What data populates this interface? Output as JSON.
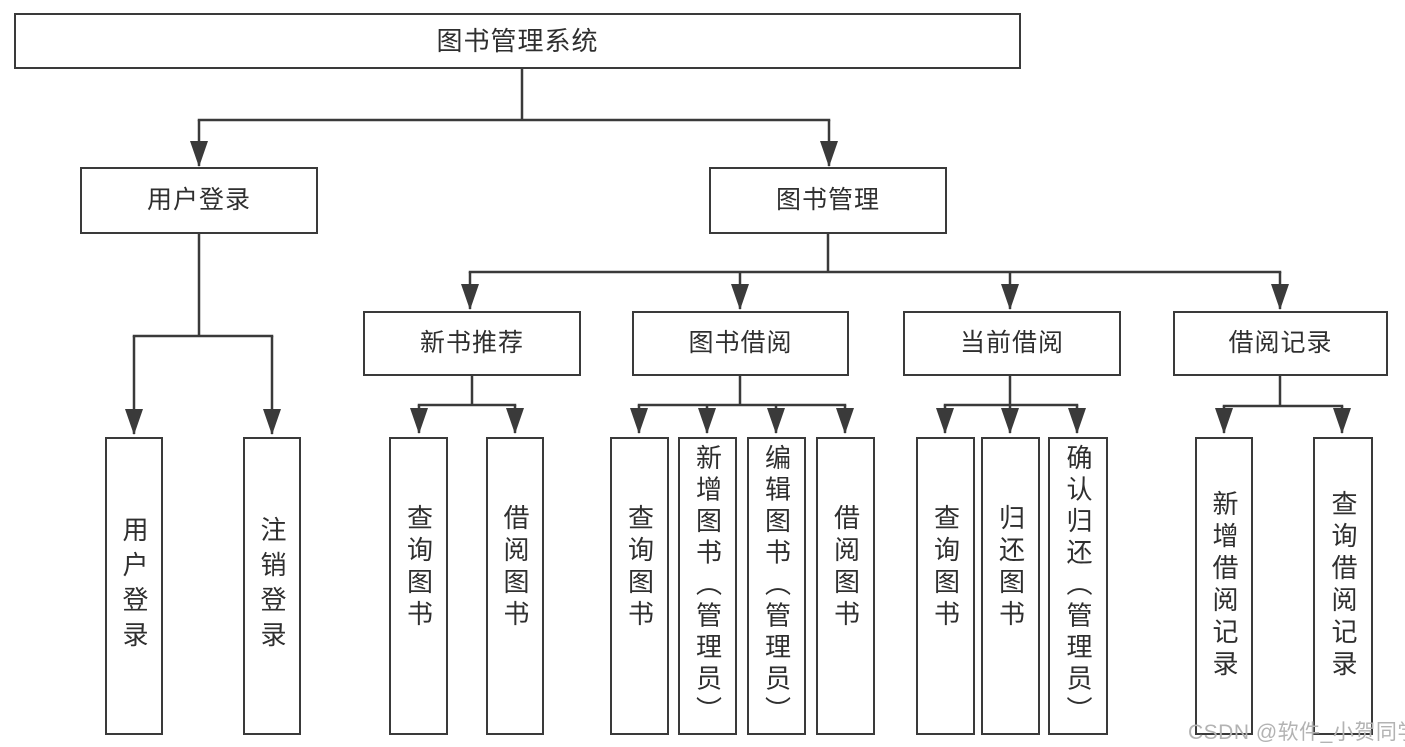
{
  "tree": {
    "root": "图书管理系统",
    "level2": [
      {
        "label": "用户登录",
        "children": [
          {
            "label": "用户登录"
          },
          {
            "label": "注销登录"
          }
        ]
      },
      {
        "label": "图书管理",
        "children": [
          {
            "label": "新书推荐",
            "children": [
              {
                "label": "查询图书"
              },
              {
                "label": "借阅图书"
              }
            ]
          },
          {
            "label": "图书借阅",
            "children": [
              {
                "label": "查询图书"
              },
              {
                "label": "新增图书（管理员）"
              },
              {
                "label": "编辑图书（管理员）"
              },
              {
                "label": "借阅图书"
              }
            ]
          },
          {
            "label": "当前借阅",
            "children": [
              {
                "label": "查询图书"
              },
              {
                "label": "归还图书"
              },
              {
                "label": "确认归还（管理员）"
              }
            ]
          },
          {
            "label": "借阅记录",
            "children": [
              {
                "label": "新增借阅记录"
              },
              {
                "label": "查询借阅记录"
              }
            ]
          }
        ]
      }
    ]
  },
  "watermark": {
    "text": "CSDN @软件_小贺同学"
  },
  "colors": {
    "line": "#3a3a3a",
    "box_border": "#3a3a3a",
    "box_fill": "#ffffff",
    "text": "#2f2f2f",
    "watermark": "#b3b3b3",
    "background": "#ffffff"
  }
}
